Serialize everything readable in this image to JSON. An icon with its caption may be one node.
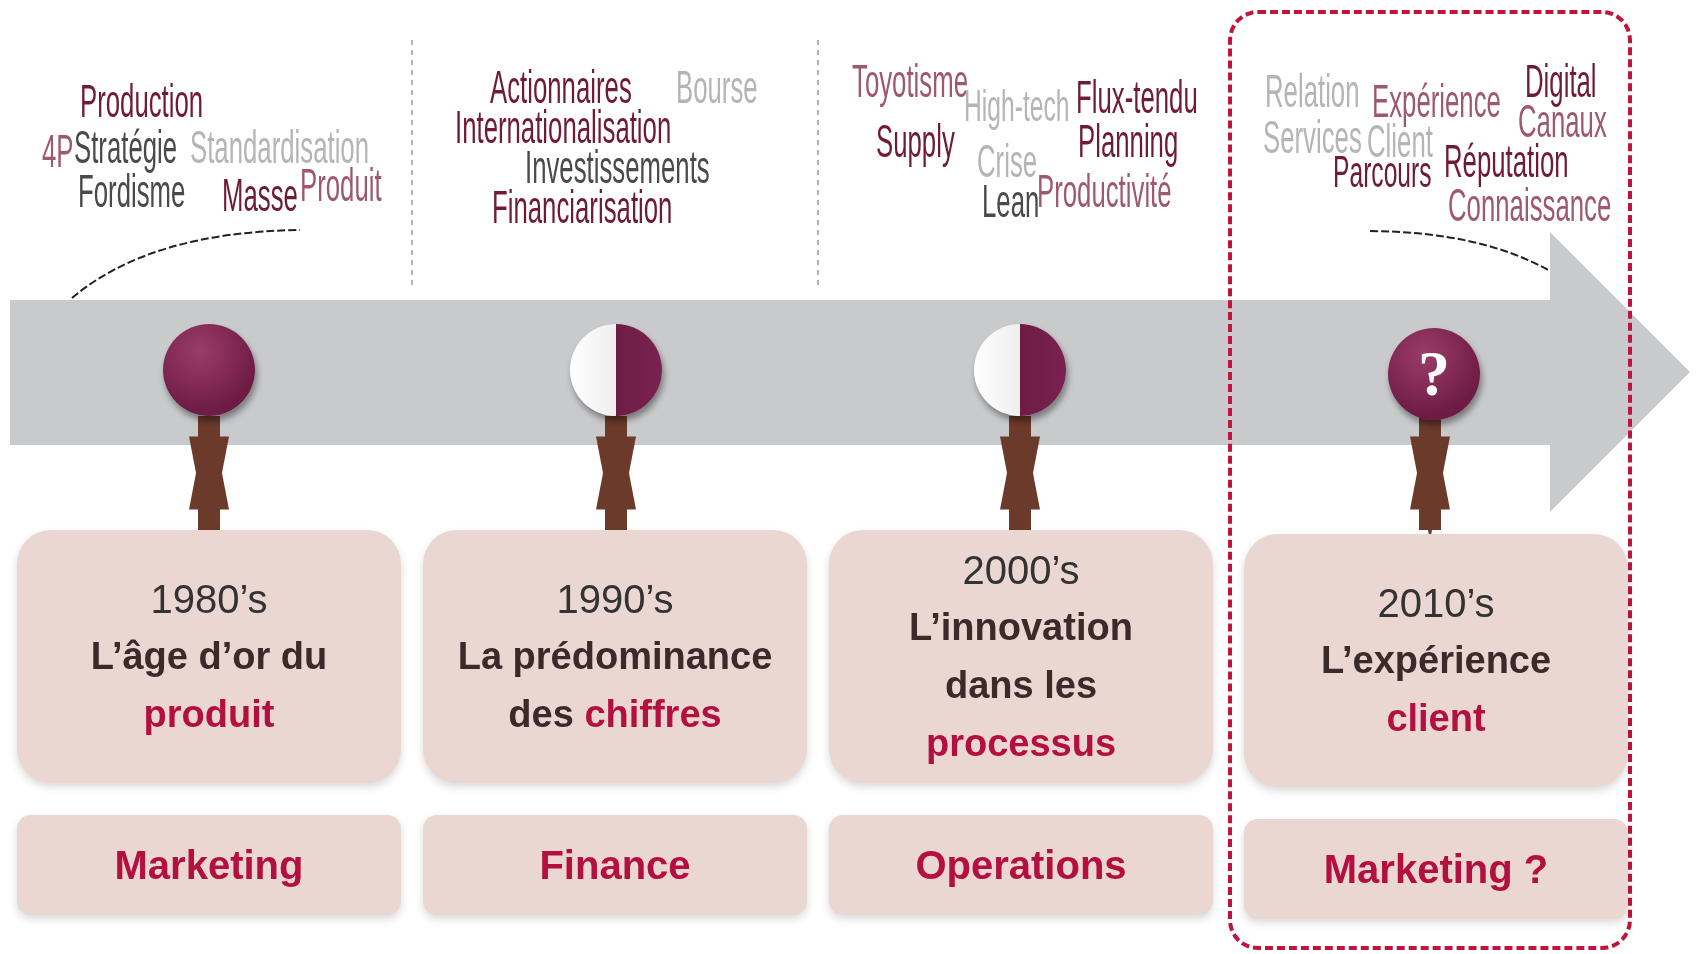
{
  "diagram": {
    "nodes": [
      {
        "text": [],
        "shape": "box"
      },
      {
        "text": [],
        "shape": "circle"
      },
      {
        "text": [],
        "shape": "circle"
      },
      {
        "text": [],
        "shape": "circle"
      },
      {
        "text": [
          "?"
        ],
        "in": 0
      },
      {
        "text": [
          "1980’s",
          "L’âge d’or du **produit**"
        ]
      },
      {
        "text": [
          "1990’s",
          "La prédominance des **chiffres**"
        ]
      },
      {
        "text": [
          "2000’s",
          "L’innovation dans les **processus**"
        ]
      },
      {
        "text": [
          "2010’s",
          "L’expérience **client**"
        ],
        "in": 0
      },
      {
        "text": [
          "Marketing"
        ]
      },
      {
        "text": [
          "Finance"
        ]
      },
      {
        "text": [
          "Operations"
        ]
      },
      {
        "text": [
          "Marketing ?"
        ],
        "in": 0
      }
    ],
    "edges": [
      {
        "from": 1,
        "to": 5,
        "arrow": "both"
      },
      {
        "from": 2,
        "to": 6,
        "arrow": "both"
      },
      {
        "from": 3,
        "to": 7,
        "arrow": "both"
      },
      {
        "from": 4,
        "to": 8,
        "arrow": "both"
      }
    ],
    "labels": [
      "Production",
      "4P",
      "Stratégie",
      "Standardisation",
      "Fordisme",
      "Masse",
      "Produit",
      "Actionnaires",
      "Bourse",
      "Internationalisation",
      "Investissements",
      "Financiarisation",
      "Toyotisme",
      "High-tech",
      "Flux-tendu",
      "Supply",
      "Crise",
      "Planning",
      "Lean",
      "Productivité",
      "Relation",
      "Expérience",
      "Digital",
      "Services",
      "Client",
      "Canaux",
      "Parcours",
      "Réputation",
      "Connaissance"
    ]
  }
}
